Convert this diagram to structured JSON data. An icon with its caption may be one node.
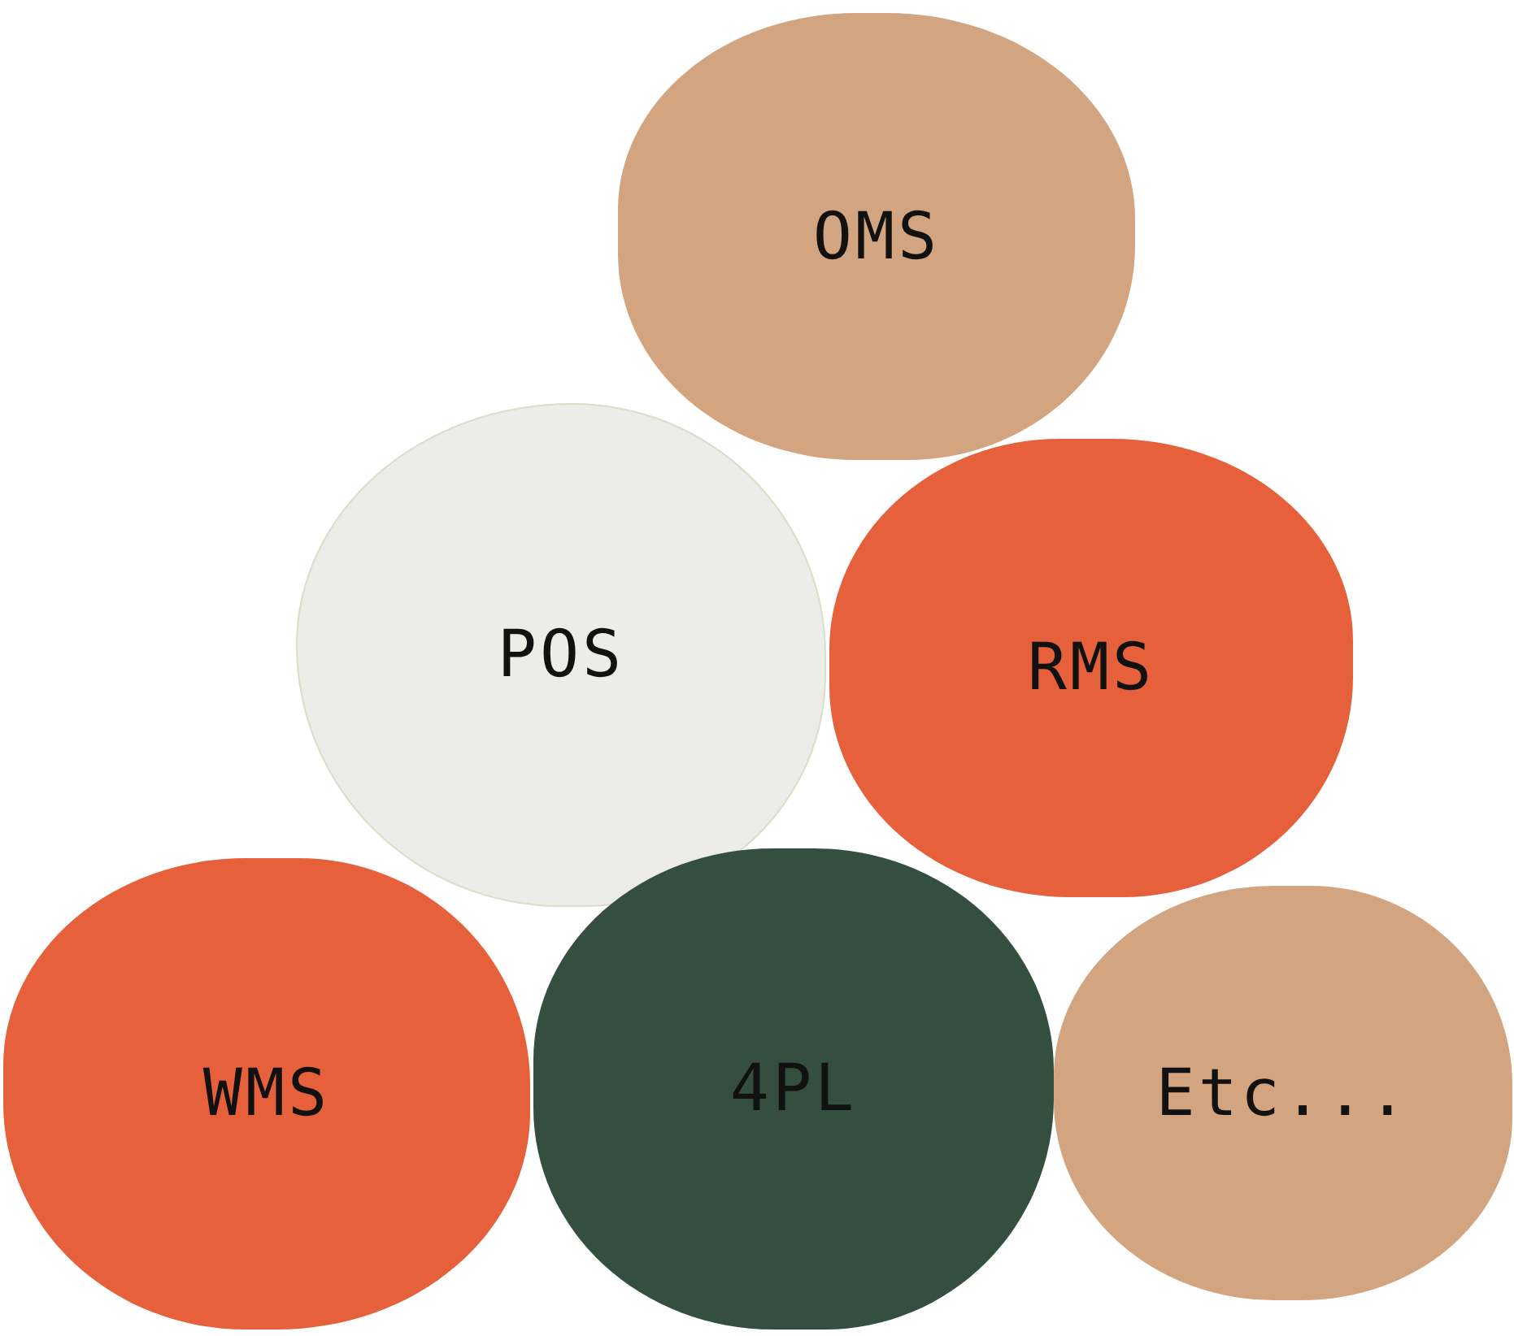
{
  "diagram": {
    "nodes": [
      {
        "text": [
          "OMS"
        ]
      },
      {
        "text": [
          "POS"
        ]
      },
      {
        "text": [
          "RMS"
        ]
      },
      {
        "text": [
          "WMS"
        ]
      },
      {
        "text": [
          "4PL"
        ]
      },
      {
        "text": [
          "Etc..."
        ]
      }
    ]
  }
}
